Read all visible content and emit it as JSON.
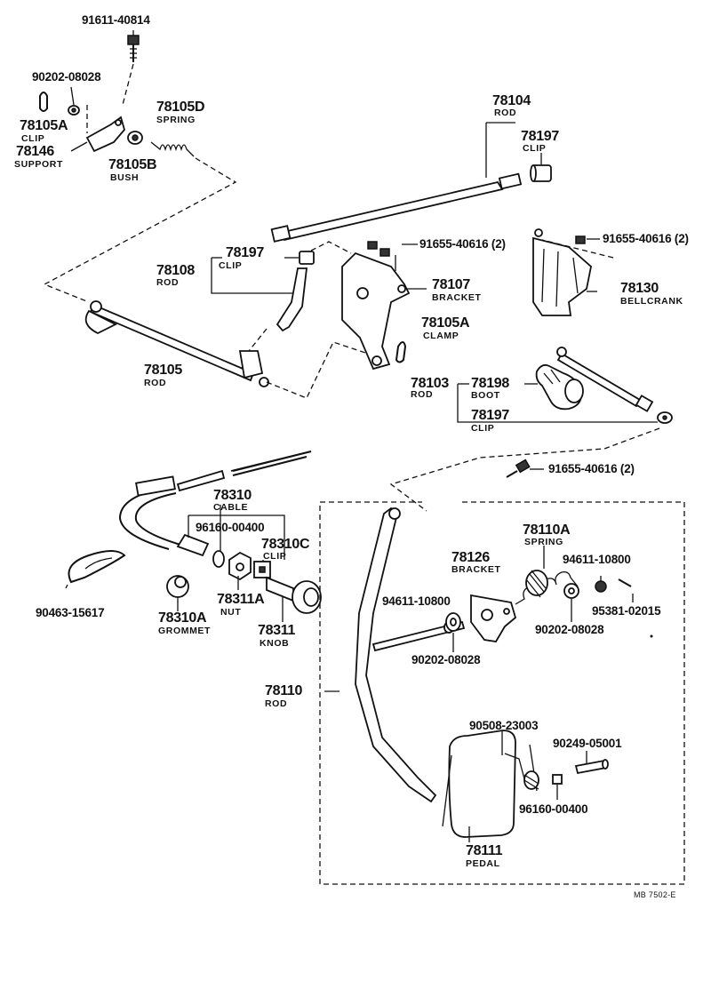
{
  "callouts": {
    "p91611_40814": "91611-40814",
    "p90202_08028_top": "90202-08028",
    "p78105A_clip_num": "78105A",
    "p78105A_clip_name": "CLIP",
    "p78146_num": "78146",
    "p78146_name": "SUPPORT",
    "p78105D_num": "78105D",
    "p78105D_name": "SPRING",
    "p78105B_num": "78105B",
    "p78105B_name": "BUSH",
    "p78104_num": "78104",
    "p78104_name": "ROD",
    "p78197_top_num": "78197",
    "p78197_top_name": "CLIP",
    "p91655_a": "91655-40616 (2)",
    "p91655_b": "91655-40616 (2)",
    "p78197_mid_num": "78197",
    "p78197_mid_name": "CLIP",
    "p78108_num": "78108",
    "p78108_name": "ROD",
    "p78107_num": "78107",
    "p78107_name": "BRACKET",
    "p78130_num": "78130",
    "p78130_name": "BELLCRANK",
    "p78105A_clamp_num": "78105A",
    "p78105A_clamp_name": "CLAMP",
    "p78105_num": "78105",
    "p78105_name": "ROD",
    "p78103_num": "78103",
    "p78103_name": "ROD",
    "p78198_num": "78198",
    "p78198_name": "BOOT",
    "p78197_low_num": "78197",
    "p78197_low_name": "CLIP",
    "p91655_c": "91655-40616 (2)",
    "p78310_num": "78310",
    "p78310_name": "CABLE",
    "p96160_00400_a": "96160-00400",
    "p78310C_num": "78310C",
    "p78310C_name": "CLIP",
    "p78110A_num": "78110A",
    "p78110A_name": "SPRING",
    "p78126_num": "78126",
    "p78126_name": "BRACKET",
    "p94611_10800_a": "94611-10800",
    "p94611_10800_b": "94611-10800",
    "p90463_15617": "90463-15617",
    "p78311A_num": "78311A",
    "p78311A_name": "NUT",
    "p78310A_num": "78310A",
    "p78310A_name": "GROMMET",
    "p95381_02015": "95381-02015",
    "p90202_08028_b": "90202-08028",
    "p90202_08028_c": "90202-08028",
    "p78311_num": "78311",
    "p78311_name": "KNOB",
    "p78110_num": "78110",
    "p78110_name": "ROD",
    "p90508_23003": "90508-23003",
    "p90249_05001": "90249-05001",
    "p96160_00400_b": "96160-00400",
    "p78111_num": "78111",
    "p78111_name": "PEDAL",
    "footer_code": "MB  7502-E"
  }
}
